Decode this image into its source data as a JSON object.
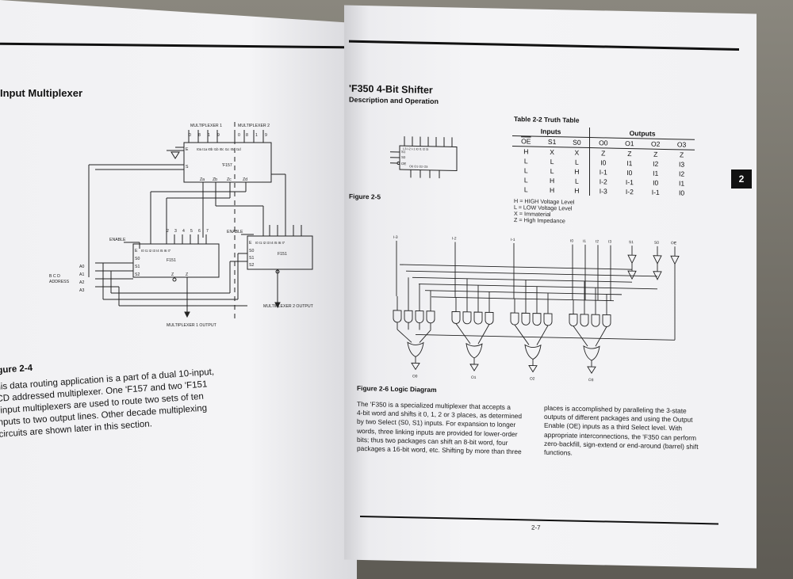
{
  "left_page": {
    "heading": "Input Multiplexer",
    "figure_caption": "gure 2-4",
    "body_lines": [
      "his data routing application is a part of a dual 10-input,",
      "CD addressed multiplexer. One 'F157 and two 'F151",
      "-input multiplexers are used to route two sets of ten",
      "nputs to two output lines. Other decade multiplexing",
      "circuits are shown later in this section."
    ],
    "diagram": {
      "mux_labels": [
        "MULTIPLEXER 1",
        "MULTIPLEXER 2"
      ],
      "chip_f157": "'F157",
      "chip_f151_a": "F151",
      "chip_f151_b": "F151",
      "enable_a": "ENABLE",
      "enable_b": "ENABLE",
      "bcd_label_1": "B C D",
      "bcd_label_2": "ADDRESS",
      "address_pins": [
        "A0",
        "A1",
        "A2",
        "A3"
      ],
      "select_pins": [
        "S0",
        "S1",
        "S2"
      ],
      "pin_e": "E",
      "pin_s": "S",
      "z_pins": [
        "Z",
        "Z"
      ],
      "output_1": "MULTIPLEXER 1 OUTPUT",
      "output_2": "MULTIPLEXER 2 OUTPUT",
      "f157_inputs": "I0a I1a I0b I1b I0c I1c I0d I1d",
      "f157_outputs": [
        "Za",
        "Zb",
        "Zc",
        "Zd"
      ],
      "f151_inputs": "I0 I1 I2 I3 I4 I5 I6 I7",
      "top_numbers": [
        "0",
        "8",
        "1",
        "9",
        "0",
        "8",
        "1",
        "9"
      ],
      "input_numbers": [
        "2",
        "3",
        "4",
        "5",
        "6",
        "7"
      ]
    }
  },
  "right_page": {
    "title": "'F350 4-Bit Shifter",
    "subtitle": "Description and Operation",
    "tab_number": "2",
    "figure_2_5": "Figure 2-5",
    "figure_2_6": "Figure 2-6 Logic Diagram",
    "page_number": "2-7",
    "chip_pins": {
      "s1": "S1",
      "s0": "S0",
      "oe": "OE",
      "inputs": "I-3 I-2 I-1 I0 I1 I2 I3",
      "outputs": "O0 O1 O2 O3"
    },
    "truth_table": {
      "title": "Table 2-2 Truth Table",
      "group_inputs": "Inputs",
      "group_outputs": "Outputs",
      "headers": [
        "OE",
        "S1",
        "S0",
        "O0",
        "O1",
        "O2",
        "O3"
      ],
      "rows": [
        [
          "H",
          "X",
          "X",
          "Z",
          "Z",
          "Z",
          "Z"
        ],
        [
          "L",
          "L",
          "L",
          "I0",
          "I1",
          "I2",
          "I3"
        ],
        [
          "L",
          "L",
          "H",
          "I-1",
          "I0",
          "I1",
          "I2"
        ],
        [
          "L",
          "H",
          "L",
          "I-2",
          "I-1",
          "I0",
          "I1"
        ],
        [
          "L",
          "H",
          "H",
          "I-3",
          "I-2",
          "I-1",
          "I0"
        ]
      ]
    },
    "legend": [
      "H = HIGH Voltage Level",
      "L = LOW Voltage Level",
      "X = Immaterial",
      "Z = High Impedance"
    ],
    "logic_inputs": [
      "I-3",
      "I-2",
      "I-1",
      "I0",
      "I1",
      "I2",
      "I3",
      "S1",
      "S0",
      "OE"
    ],
    "logic_outputs": [
      "O0",
      "O1",
      "O2",
      "O3"
    ],
    "col1_lines": [
      "The 'F350 is a specialized multiplexer that accepts a",
      "4-bit word and shifts it 0, 1, 2 or 3 places, as determined",
      "by two Select (S0, S1) inputs. For expansion to longer",
      "words, three linking inputs are provided for lower-order",
      "bits; thus two packages can shift an 8-bit word, four",
      "packages a 16-bit word, etc. Shifting by more than three"
    ],
    "col2_lines": [
      "places is accomplished by paralleling the 3-state",
      "outputs of different packages and using the Output",
      "Enable (OE) inputs as a third Select level. With",
      "appropriate interconnections, the 'F350 can perform",
      "zero-backfill, sign-extend or end-around (barrel) shift",
      "functions."
    ]
  }
}
